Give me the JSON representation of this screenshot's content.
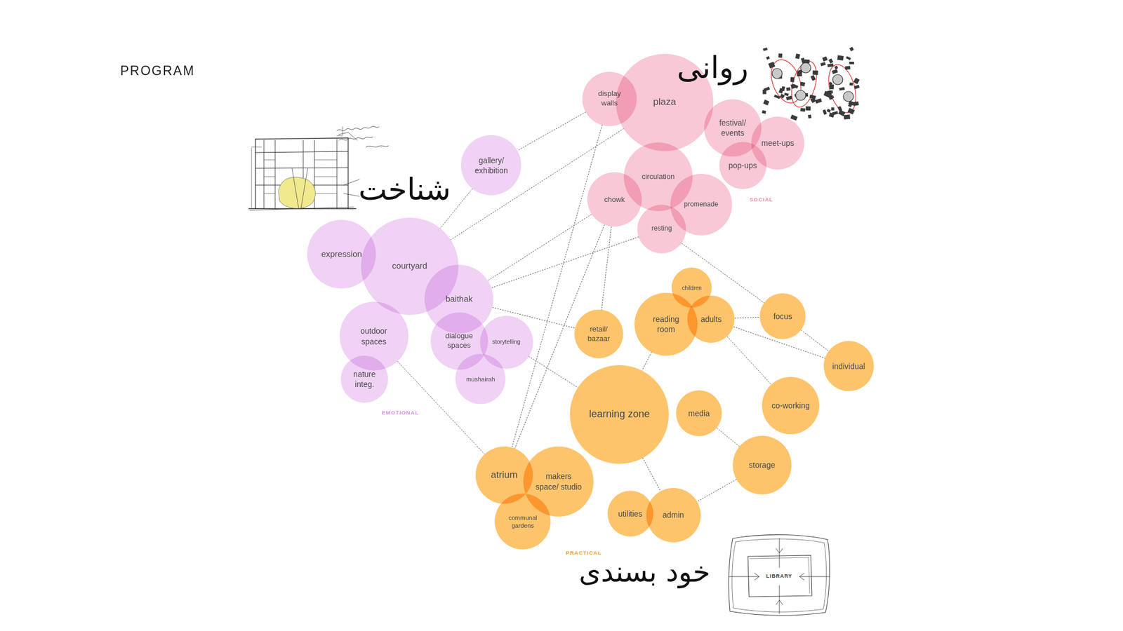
{
  "diagram": {
    "title": "PROGRAM",
    "nodes": [
      {
        "text": [
          "display walls"
        ]
      },
      {
        "text": [
          "plaza"
        ]
      },
      {
        "text": [
          "festival/ events"
        ]
      },
      {
        "text": [
          "meet-ups"
        ]
      },
      {
        "text": [
          "pop-ups"
        ]
      },
      {
        "text": [
          "circulation"
        ]
      },
      {
        "text": [
          "chowk"
        ]
      },
      {
        "text": [
          "promenade"
        ]
      },
      {
        "text": [
          "resting"
        ]
      },
      {
        "text": [
          "gallery/ exhibition"
        ]
      },
      {
        "text": [
          "expression"
        ]
      },
      {
        "text": [
          "courtyard"
        ]
      },
      {
        "text": [
          "baithak"
        ]
      },
      {
        "text": [
          "outdoor spaces"
        ]
      },
      {
        "text": [
          "nature integ."
        ]
      },
      {
        "text": [
          "dialogue spaces"
        ]
      },
      {
        "text": [
          "storytelling"
        ]
      },
      {
        "text": [
          "mushairah"
        ]
      },
      {
        "text": [
          "children"
        ]
      },
      {
        "text": [
          "reading room"
        ]
      },
      {
        "text": [
          "adults"
        ]
      },
      {
        "text": [
          "focus"
        ]
      },
      {
        "text": [
          "individual"
        ]
      },
      {
        "text": [
          "retail/ bazaar"
        ]
      },
      {
        "text": [
          "learning zone"
        ]
      },
      {
        "text": [
          "media"
        ]
      },
      {
        "text": [
          "co-working"
        ]
      },
      {
        "text": [
          "storage"
        ]
      },
      {
        "text": [
          "atrium"
        ]
      },
      {
        "text": [
          "makers space/ studio"
        ]
      },
      {
        "text": [
          "communal gardens"
        ]
      },
      {
        "text": [
          "utilities"
        ]
      },
      {
        "text": [
          "admin"
        ]
      }
    ],
    "edges": [
      {
        "from": 0,
        "to": 9,
        "arrow": "none"
      },
      {
        "from": 1,
        "to": 11,
        "arrow": "none"
      },
      {
        "from": 6,
        "to": 12,
        "arrow": "none"
      },
      {
        "from": 8,
        "to": 12,
        "arrow": "none"
      },
      {
        "from": 8,
        "to": 21,
        "arrow": "none"
      },
      {
        "from": 0,
        "to": 28,
        "arrow": "none"
      },
      {
        "from": 6,
        "to": 23,
        "arrow": "none"
      },
      {
        "from": 6,
        "to": 28,
        "arrow": "none"
      },
      {
        "from": 9,
        "to": 11,
        "arrow": "none"
      },
      {
        "from": 12,
        "to": 23,
        "arrow": "none"
      },
      {
        "from": 16,
        "to": 24,
        "arrow": "none"
      },
      {
        "from": 13,
        "to": 28,
        "arrow": "none"
      },
      {
        "from": 19,
        "to": 24,
        "arrow": "none"
      },
      {
        "from": 20,
        "to": 21,
        "arrow": "none"
      },
      {
        "from": 20,
        "to": 22,
        "arrow": "none"
      },
      {
        "from": 21,
        "to": 22,
        "arrow": "none"
      },
      {
        "from": 20,
        "to": 26,
        "arrow": "none"
      },
      {
        "from": 25,
        "to": 27,
        "arrow": "none"
      },
      {
        "from": 27,
        "to": 32,
        "arrow": "none"
      },
      {
        "from": 24,
        "to": 32,
        "arrow": "none"
      }
    ],
    "labels": [
      "روانی",
      "شناخت",
      "خود بسندی",
      "SOCIAL",
      "EMOTIONAL",
      "PRACTICAL",
      "LIBRARY"
    ]
  }
}
